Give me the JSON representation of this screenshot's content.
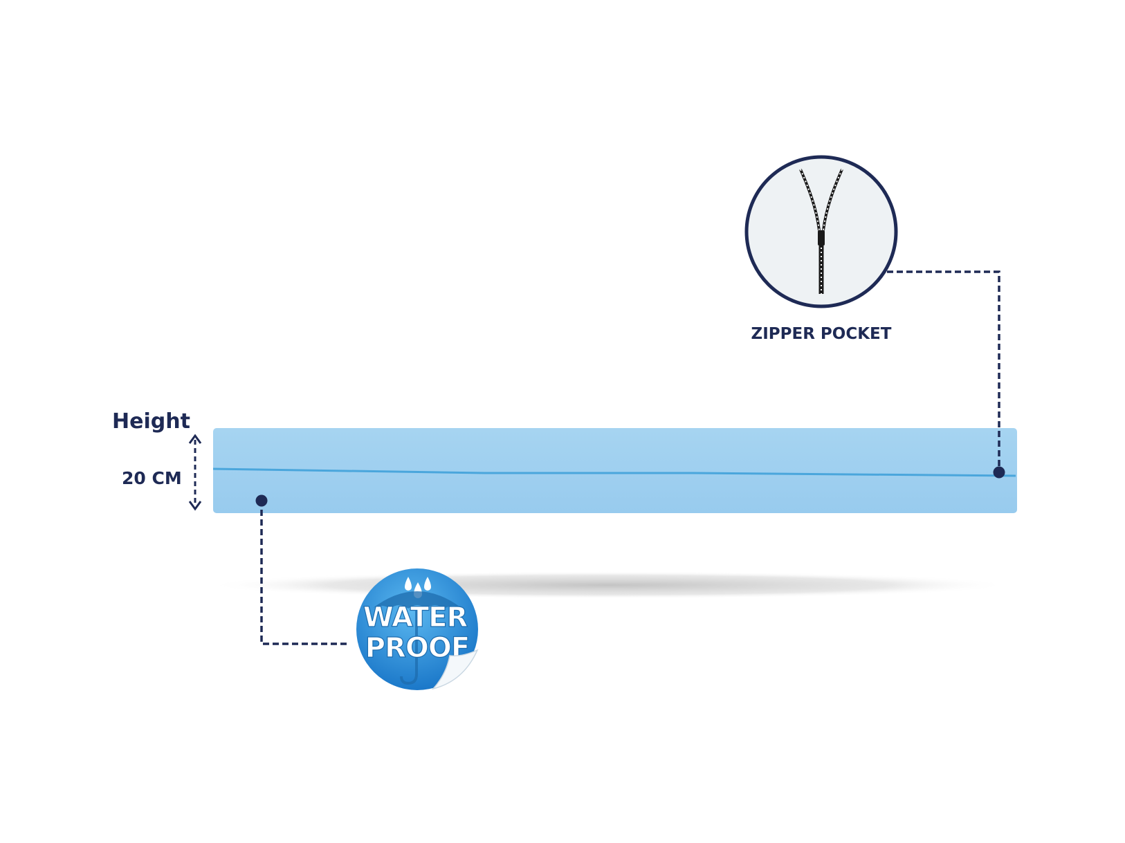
{
  "mattress": {
    "height_label": "Height",
    "height_value": "20 CM",
    "color": "#9fd0ef",
    "seam_color": "#4aa6dc"
  },
  "features": {
    "zipper": {
      "label": "ZIPPER POCKET",
      "icon": "zipper-icon"
    },
    "waterproof": {
      "line1": "WATER",
      "line2": "PROOF",
      "icon": "umbrella-icon"
    }
  },
  "colors": {
    "navy": "#1e2a55",
    "badge_blue": "#2b8fd8",
    "circle_fill": "#eef2f4"
  }
}
